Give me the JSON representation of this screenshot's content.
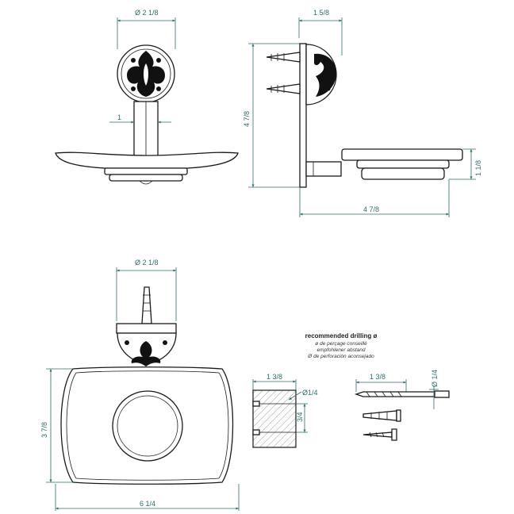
{
  "dimensions": {
    "top_front_diameter": "Ø 2 1/8",
    "top_front_stem": "1",
    "side_depth": "1 5/8",
    "side_height": "4 7/8",
    "side_dish_height": "1 1/8",
    "side_total_depth": "4 7/8",
    "bottom_diameter": "Ø 2 1/8",
    "bottom_height": "3 7/8",
    "bottom_width": "6 1/4",
    "plug_length": "1 3/8",
    "plug_diameter": "Ø1/4",
    "plug_spacing": "3/4",
    "drill_length": "1 3/8",
    "drill_diameter": "Ø 1/4"
  },
  "drilling_note": {
    "title": "recommended drilling ø",
    "fr": "ø de perçage conseillé",
    "de": "empfohlener abstand",
    "es": "Ø de perforación aconsejado"
  },
  "colors": {
    "dimension": "#2a6f6a",
    "line": "#1a1a1a"
  }
}
